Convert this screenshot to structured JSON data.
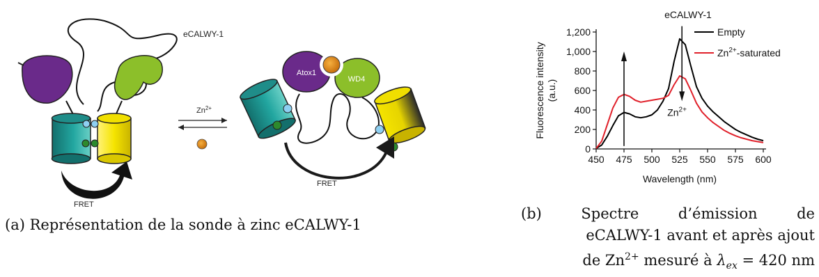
{
  "figure_a": {
    "title": "eCALWY-1",
    "fret_left": "FRET",
    "fret_right": "FRET",
    "zn_label": "Zn",
    "zn_sup": "2+",
    "atox_label": "Atox1",
    "wd4_label": "WD4",
    "caption": "(a) Représentation de la sonde à zinc eCALWY-1",
    "colors": {
      "purple": "#6a2a8a",
      "green": "#8cbf2a",
      "teal": "#1f9a96",
      "yellow": "#f5e400",
      "light_blue": "#8ed0f2",
      "dark_green": "#2d8a2d",
      "orange": "#e08a1a",
      "arrow": "#1a1a1a"
    }
  },
  "figure_b": {
    "caption_line1": [
      "(b)",
      "Spectre",
      "d’émission",
      "de"
    ],
    "caption_line2": "eCALWY-1 avant et après ajout",
    "caption_line3_prefix": "de Zn",
    "caption_line3_sup": "2+",
    "caption_line3_mid": " mesuré à ",
    "caption_line3_lambda": "λ",
    "caption_line3_sub": "ex",
    "caption_line3_suffix": " = 420 nm",
    "zn_annotation": "Zn",
    "zn_annotation_sup": "2+"
  },
  "chart_data": {
    "type": "line",
    "title": "eCALWY-1",
    "xlabel": "Wavelength (nm)",
    "ylabel": "Fluorescence intensity\n(a.u.)",
    "xlim": [
      450,
      600
    ],
    "ylim": [
      0,
      1200
    ],
    "xticks": [
      "450",
      "475",
      "500",
      "525",
      "550",
      "575",
      "600"
    ],
    "yticks": [
      "0",
      "200",
      "400",
      "600",
      "800",
      "1,000",
      "1,200"
    ],
    "grid": false,
    "legend_position": "top-right",
    "series": [
      {
        "name": "Empty",
        "color": "#000000",
        "x": [
          450,
          455,
          460,
          465,
          470,
          475,
          480,
          485,
          490,
          495,
          500,
          505,
          510,
          515,
          520,
          525,
          530,
          535,
          540,
          545,
          550,
          555,
          560,
          565,
          570,
          575,
          580,
          585,
          590,
          595,
          600
        ],
        "y": [
          5,
          40,
          130,
          240,
          340,
          375,
          360,
          330,
          320,
          330,
          350,
          400,
          490,
          620,
          900,
          1130,
          1070,
          850,
          640,
          520,
          440,
          380,
          330,
          280,
          240,
          200,
          170,
          145,
          120,
          100,
          85
        ]
      },
      {
        "name": "Zn-saturated",
        "name_prefix": "Zn",
        "name_sup": "2+",
        "name_suffix": "-saturated",
        "color": "#e0202a",
        "x": [
          450,
          455,
          460,
          465,
          470,
          475,
          480,
          485,
          490,
          495,
          500,
          505,
          510,
          515,
          520,
          525,
          530,
          535,
          540,
          545,
          550,
          555,
          560,
          565,
          570,
          575,
          580,
          585,
          590,
          595,
          600
        ],
        "y": [
          5,
          80,
          250,
          420,
          530,
          560,
          540,
          500,
          480,
          490,
          500,
          510,
          520,
          550,
          660,
          750,
          720,
          600,
          470,
          380,
          320,
          270,
          230,
          190,
          160,
          135,
          115,
          100,
          85,
          75,
          65
        ]
      }
    ],
    "annotations": [
      {
        "type": "arrow",
        "direction": "up",
        "x": 475
      },
      {
        "type": "arrow",
        "direction": "down",
        "x": 527
      },
      {
        "type": "text",
        "text": "Zn2+",
        "x": 527
      }
    ]
  }
}
